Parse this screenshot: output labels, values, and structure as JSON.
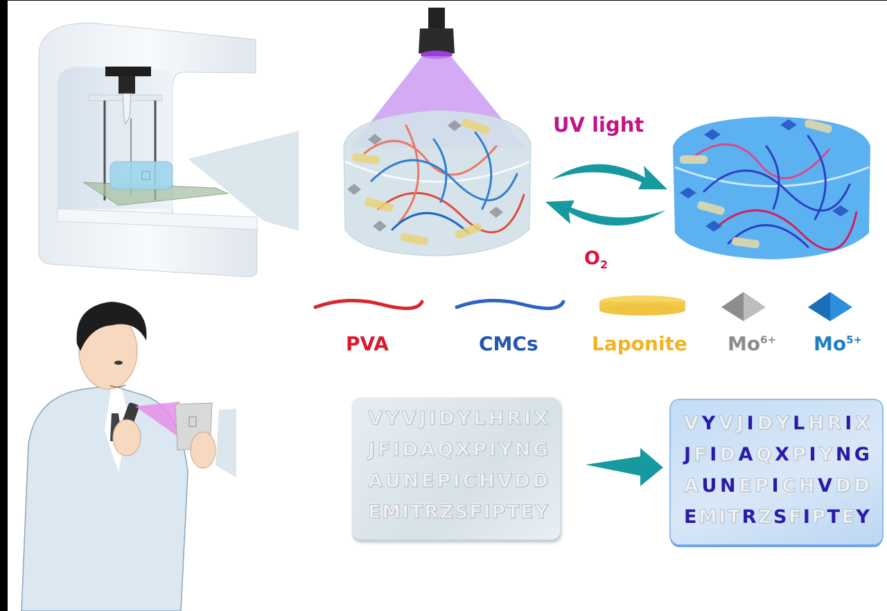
{
  "figure": {
    "description": "Schematic: 3D-printed photochromic hydrogel, reversible UV/O2 color switching, and information encryption/decryption",
    "panels": {
      "printer": {
        "label": "3D bioprinter printing hydrogel"
      },
      "uv_lamp": {
        "label": "UV lamp"
      },
      "hydrogel_before": {
        "label": "Colorless hydrogel network (Mo6+ state)"
      },
      "hydrogel_after": {
        "label": "Blue hydrogel network (Mo5+ state)"
      },
      "scientist": {
        "label": "Researcher with UV pen reading hydrogel tag"
      }
    },
    "cycle": {
      "forward_label": "UV light",
      "reverse_label_main": "O",
      "reverse_label_sub": "2",
      "forward_color": "#c0148c",
      "reverse_color": "#e0103c",
      "arrow_color": "#16999f"
    },
    "legend": [
      {
        "id": "pva",
        "label": "PVA",
        "sup": "",
        "color": "#d91a2a",
        "symbol": "red-fiber"
      },
      {
        "id": "cmcs",
        "label": "CMCs",
        "sup": "",
        "color": "#2456b0",
        "symbol": "blue-fiber"
      },
      {
        "id": "laponite",
        "label": "Laponite",
        "sup": "",
        "color": "#f3b323",
        "symbol": "yellow-disc"
      },
      {
        "id": "mo6",
        "label": "Mo",
        "sup": "6+",
        "color": "#8c8c8c",
        "symbol": "gray-pyramid"
      },
      {
        "id": "mo5",
        "label": "Mo",
        "sup": "5+",
        "color": "#1f7fc4",
        "symbol": "blue-pyramid"
      }
    ],
    "encryption": {
      "rows": [
        "VYVJIDYLHRIX",
        "JFIDAQXPIYNG",
        "AUNEPICHVDD",
        "EMITRZSFIPTEY"
      ],
      "highlighted_indices": [
        [
          1,
          4,
          7,
          10
        ],
        [
          0,
          2,
          4,
          6,
          8,
          10,
          11
        ],
        [
          1,
          2,
          5,
          8
        ],
        [
          0,
          4,
          6,
          8,
          10,
          12
        ]
      ],
      "highlight_color": "#2a1aa8",
      "revealed_letters": [
        "YILI",
        "JIAXING",
        "UNIV",
        "ERSITY"
      ]
    }
  }
}
